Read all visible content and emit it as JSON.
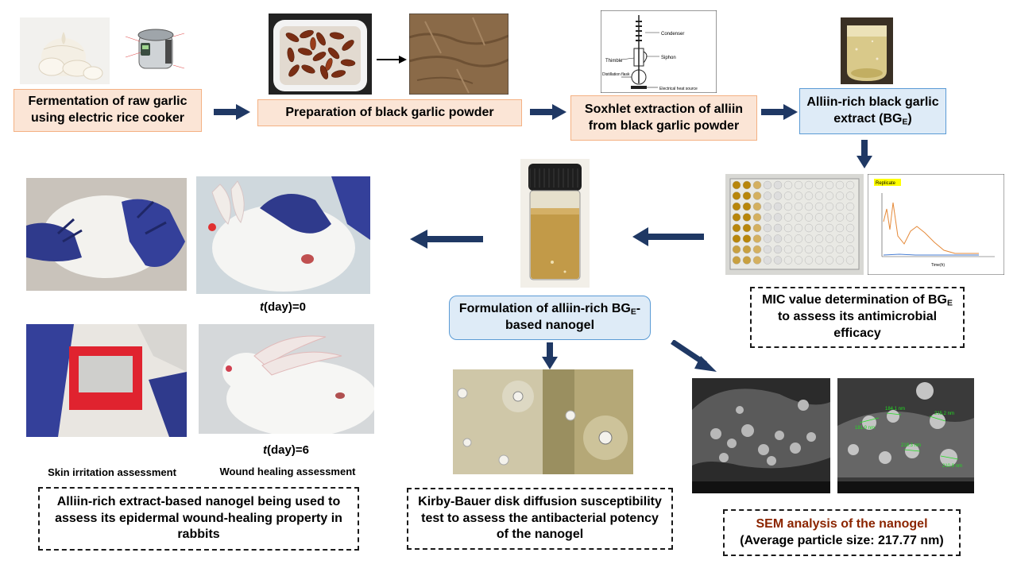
{
  "step1": {
    "text": "Fermentation of raw garlic using electric rice cooker"
  },
  "step2": {
    "text": "Preparation of black garlic powder"
  },
  "step3": {
    "text": "Soxhlet extraction of alliin from black garlic powder"
  },
  "step4": {
    "text_main": "Alliin-rich black garlic extract (BG",
    "text_sub": "E",
    "text_end": ")"
  },
  "soxhlet": {
    "labels": [
      "Condenser",
      "Thimble",
      "Siphon",
      "Distillation flask",
      "Electrical heat source"
    ]
  },
  "mic": {
    "text_a": "MIC value determination of BG",
    "text_sub": "E",
    "text_b": " to assess its antimicrobial efficacy",
    "graph_label": "Replicate",
    "x_axis": "Time(h)"
  },
  "nanogel": {
    "text_a": "Formulation of alliin-rich BG",
    "text_sub": "E",
    "text_b": "-based nanogel"
  },
  "kirby": {
    "text": "Kirby-Bauer disk diffusion susceptibility test to assess the antibacterial potency of the nanogel"
  },
  "sem": {
    "title": "SEM analysis of  the nanogel",
    "subtitle": "(Average particle size: 217.77 nm)",
    "measurements": [
      "181.9 nm",
      "184.1 nm",
      "218.3 nm",
      "210.9 nm",
      "215.2 nm"
    ]
  },
  "wound": {
    "day0_var": "t",
    "day0_rest": "(day)=0",
    "day6_var": "t",
    "day6_rest": "(day)=6",
    "skin_label": "Skin irritation assessment",
    "wound_label": "Wound healing assessment",
    "summary": "Alliin-rich extract-based nanogel being used to assess its epidermal wound-healing property in rabbits"
  },
  "colors": {
    "arrow": "#1f3864",
    "peach": "#fbe5d6",
    "blue": "#deebf7",
    "sem_title": "#8b2500"
  }
}
